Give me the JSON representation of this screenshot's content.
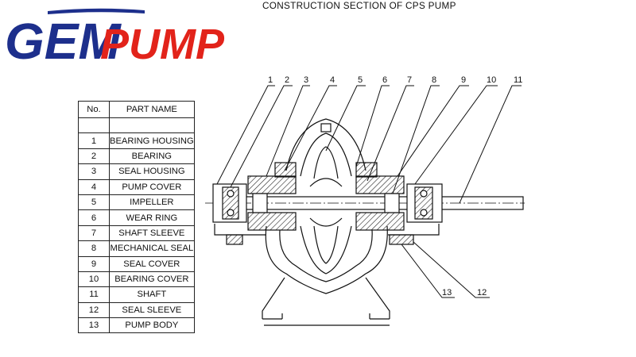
{
  "logo": {
    "text_left": "GEM",
    "text_right": "PUMP",
    "color_blue": "#1d2f8c",
    "color_red": "#e2231a"
  },
  "title": "CONSTRUCTION SECTION OF CPS PUMP",
  "table": {
    "header": {
      "no": "No.",
      "name": "PART NAME"
    },
    "rows": [
      {
        "no": "1",
        "name": "BEARING HOUSING"
      },
      {
        "no": "2",
        "name": "BEARING"
      },
      {
        "no": "3",
        "name": "SEAL HOUSING"
      },
      {
        "no": "4",
        "name": "PUMP COVER"
      },
      {
        "no": "5",
        "name": "IMPELLER"
      },
      {
        "no": "6",
        "name": "WEAR RING"
      },
      {
        "no": "7",
        "name": "SHAFT SLEEVE"
      },
      {
        "no": "8",
        "name": "MECHANICAL SEAL"
      },
      {
        "no": "9",
        "name": "SEAL COVER"
      },
      {
        "no": "10",
        "name": "BEARING COVER"
      },
      {
        "no": "11",
        "name": "SHAFT"
      },
      {
        "no": "12",
        "name": "SEAL SLEEVE"
      },
      {
        "no": "13",
        "name": "PUMP BODY"
      }
    ]
  },
  "callouts": {
    "c1": "1",
    "c2": "2",
    "c3": "3",
    "c4": "4",
    "c5": "5",
    "c6": "6",
    "c7": "7",
    "c8": "8",
    "c9": "9",
    "c10": "10",
    "c11": "11",
    "c12": "12",
    "c13": "13"
  }
}
